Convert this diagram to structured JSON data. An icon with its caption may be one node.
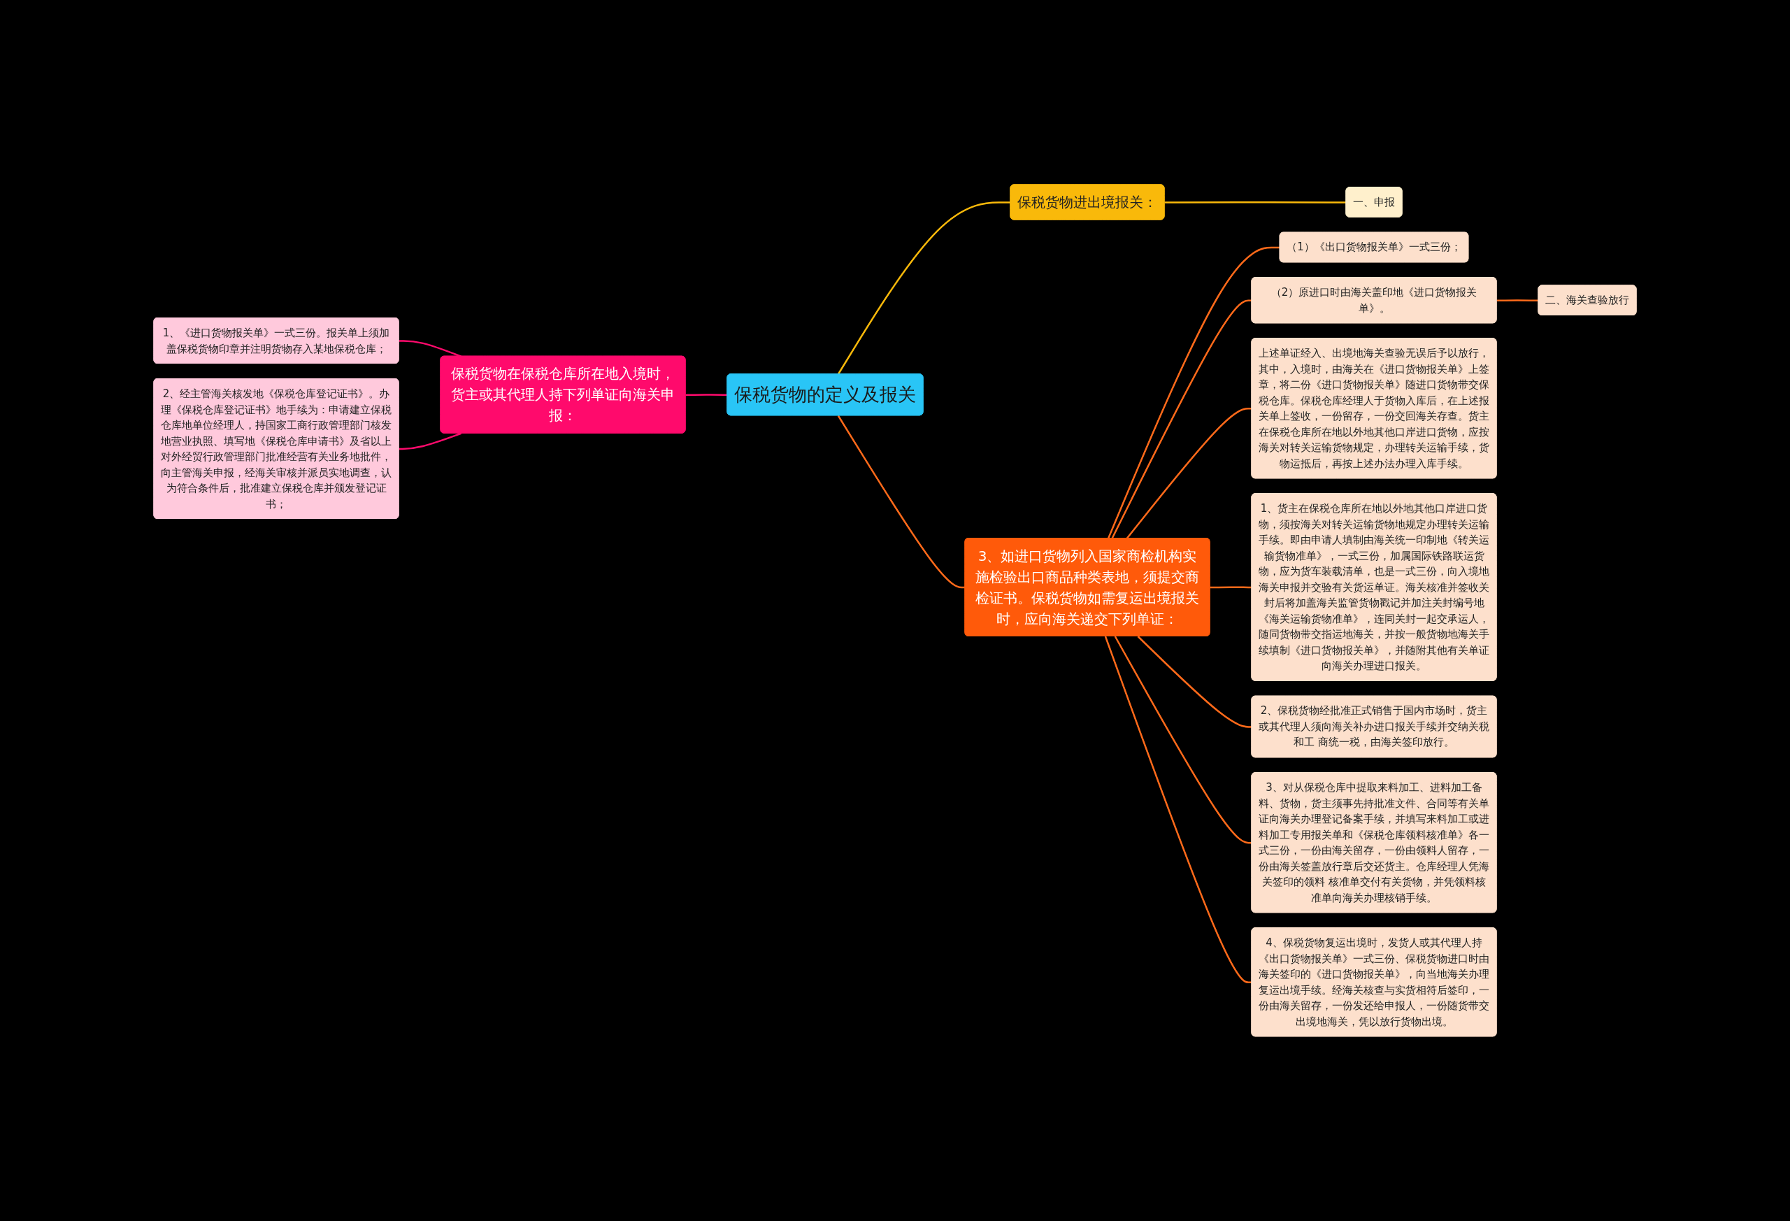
{
  "diagram": {
    "nodes": [
      {
        "text": [
          "保税货物的定义及报关"
        ]
      },
      {
        "text": [
          "保税货物在保税仓库所在地入境时，货主或其代理人持下列单证向海关申报："
        ]
      },
      {
        "text": [
          "1、《进口货物报关单》一式三份。报关单上须加盖保税货物印章并注明货物存入某地保税仓库；"
        ]
      },
      {
        "text": [
          "2、经主管海关核发地《保税仓库登记证书》。办理《保税仓库登记证书》地手续为：申请建立保税仓库地单位经理人，持国家工商行政管理部门核发地营业执照、填写地《保税仓库申请书》及省以上对外经贸行政管理部门批准经营有关业务地批件，向主管海关申报，经海关审核并派员实地调查，认为符合条件后，批准建立保税仓库并颁发登记证书；"
        ]
      },
      {
        "text": [
          "保税货物进出境报关："
        ]
      },
      {
        "text": [
          "一、申报"
        ]
      },
      {
        "text": [
          "3、如进口货物列入国家商检机构实施检验出口商品种类表地，须提交商检证书。保税货物如需复运出境报关时，应向海关递交下列单证："
        ]
      },
      {
        "text": [
          "（1）《出口货物报关单》一式三份；"
        ]
      },
      {
        "text": [
          "（2）原进口时由海关盖印地《进口货物报关单》。"
        ]
      },
      {
        "text": [
          "二、海关查验放行"
        ]
      },
      {
        "text": [
          "上述单证经入、出境地海关查验无误后予以放行，其中，入境时，由海关在《进口货物报关单》上签章，将二份《进口货物报关单》随进口货物带交保税仓库。保税仓库经理人于货物入库后，在上述报关单上签收，一份留存，一份交回海关存查。货主在保税仓库所在地以外地其他口岸进口货物，应按海关对转关运输货物规定，办理转关运输手续，货物运抵后，再按上述办法办理入库手续。"
        ]
      },
      {
        "text": [
          "1、货主在保税仓库所在地以外地其他口岸进口货物，须按海关对转关运输货物地规定办理转关运输手续。即由申请人填制由海关统一印制地《转关运输货物准单》，一式三份，加属国际铁路联运货物，应为货车装载清单，也是一式三份，向入境地海关申报并交验有关货运单证。海关核准并签收关封后将加盖海关监管货物戳记并加注关封编号地《海关运输货物准单》，连同关封一起交承运人，随同货物带交指运地海关，并按一般货物地海关手续填制《进口货物报关单》，并随附其他有关单证向海关办理进口报关。"
        ]
      },
      {
        "text": [
          "2、保税货物经批准正式销售于国内市场时，货主或其代理人须向海关补办进口报关手续并交纳关税和工 商统一税，由海关签印放行。"
        ]
      },
      {
        "text": [
          "3、对从保税仓库中提取来料加工、进料加工备料、货物，货主须事先持批准文件、合同等有关单证向海关办理登记备案手续，并填写来料加工或进料加工专用报关单和《保税仓库领料核准单》各一式三份，一份由海关留存，一份由领料人留存，一份由海关签盖放行章后交还货主。仓库经理人凭海关签印的领料 核准单交付有关货物，并凭领料核准单向海关办理核销手续。"
        ]
      },
      {
        "text": [
          "4、保税货物复运出境时，发货人或其代理人持《出口货物报关单》一式三份、保税货物进口时由海关签印的《进口货物报关单》，向当地海关办理复运出境手续。经海关核查与实货相符后签印，一份由海关留存，一份发还给申报人，一份随货带交出境地海关，凭以放行货物出境。"
        ]
      }
    ],
    "edges": [
      {
        "from": 0,
        "to": 1,
        "arrow": "none",
        "color": "#ff0a6c"
      },
      {
        "from": 1,
        "to": 2,
        "arrow": "none",
        "color": "#ff0a6c"
      },
      {
        "from": 1,
        "to": 3,
        "arrow": "none",
        "color": "#ff0a6c"
      },
      {
        "from": 0,
        "to": 4,
        "arrow": "none",
        "color": "#f9b90a"
      },
      {
        "from": 4,
        "to": 5,
        "arrow": "none",
        "color": "#f9b90a"
      },
      {
        "from": 0,
        "to": 6,
        "arrow": "none"
      },
      {
        "from": 6,
        "to": 7,
        "arrow": "none"
      },
      {
        "from": 6,
        "to": 8,
        "arrow": "none"
      },
      {
        "from": 8,
        "to": 9,
        "arrow": "none"
      },
      {
        "from": 6,
        "to": 10,
        "arrow": "none"
      },
      {
        "from": 6,
        "to": 11,
        "arrow": "none"
      },
      {
        "from": 6,
        "to": 12,
        "arrow": "none"
      },
      {
        "from": 6,
        "to": 13,
        "arrow": "none"
      },
      {
        "from": 6,
        "to": 14,
        "arrow": "none"
      }
    ]
  }
}
